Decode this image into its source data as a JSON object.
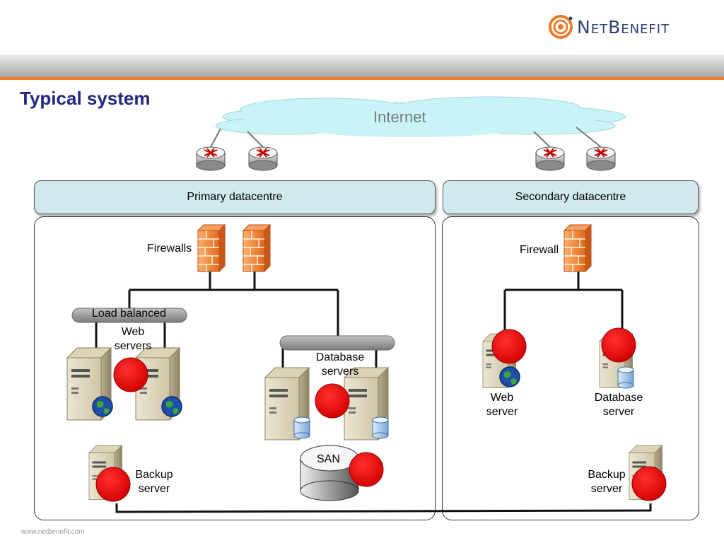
{
  "header": {
    "brand": "NetBenefit",
    "title": "Typical system"
  },
  "footer": {
    "url": "www.netbenefit.com"
  },
  "diagram": {
    "internet_label": "Internet",
    "primary": {
      "title": "Primary datacentre",
      "firewalls_label": "Firewalls",
      "load_balanced_label": "Load balanced",
      "web_servers_label": "Web servers",
      "database_servers_label": "Database servers",
      "san_label": "SAN",
      "backup_label": "Backup server"
    },
    "secondary": {
      "title": "Secondary datacentre",
      "firewall_label": "Firewall",
      "web_server_label": "Web server",
      "database_server_label": "Database server",
      "backup_label": "Backup server"
    }
  },
  "colors": {
    "title": "#24287f",
    "accent_line": "#f07c28",
    "datacentre_fill": "#d0e9ec",
    "marker_red": "#e8000a",
    "cloud": "#c8f4f8"
  }
}
